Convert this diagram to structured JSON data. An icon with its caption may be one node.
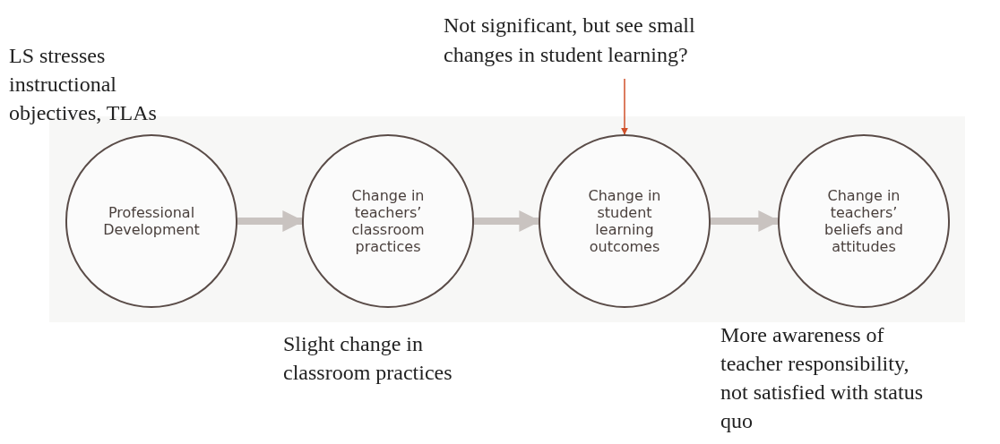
{
  "diagram": {
    "nodes": [
      {
        "text": [
          "Professional Development"
        ],
        "beside": [
          "LS stresses instructional objectives, TLAs"
        ]
      },
      {
        "text": [
          "Change in teachers’ classroom practices"
        ],
        "beside": [
          "Slight change in classroom practices"
        ]
      },
      {
        "text": [
          "Change in student learning outcomes"
        ]
      },
      {
        "text": [
          "Change in teachers’ beliefs and attitudes"
        ],
        "beside": [
          "More awareness of teacher responsibility, not satisfied with status quo"
        ]
      },
      {
        "text": [
          "Not significant, but see small changes in student learning?"
        ]
      }
    ],
    "edges": [
      {
        "from": 0,
        "to": 1,
        "arrow": "to"
      },
      {
        "from": 1,
        "to": 2,
        "arrow": "to"
      },
      {
        "from": 2,
        "to": 3,
        "arrow": "to"
      },
      {
        "from": 4,
        "to": 2,
        "arrow": "to",
        "color": "#d0502a"
      }
    ]
  }
}
